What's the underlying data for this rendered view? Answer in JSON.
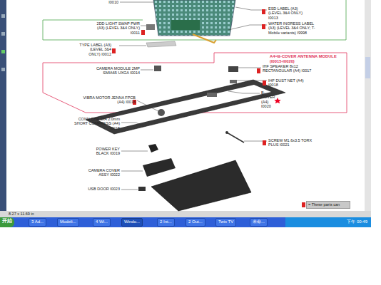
{
  "diagram": {
    "nodes": [
      {
        "text": [
          "A4=B-COVER ANTENNA MODULE (I0015-I0020)"
        ]
      },
      {
        "text": [
          "= These parts can"
        ]
      },
      {
        "text": [
          "开始"
        ]
      },
      {
        "text": [
          "3 Ad..."
        ]
      },
      {
        "text": [
          "Modeli..."
        ]
      },
      {
        "text": [
          "4 Wi..."
        ]
      },
      {
        "text": [
          "Windo..."
        ]
      },
      {
        "text": [
          "2 Int..."
        ]
      },
      {
        "text": [
          "2 Out..."
        ]
      },
      {
        "text": [
          "Twix TV"
        ]
      },
      {
        "text": [
          "未命..."
        ]
      }
    ],
    "labels": [
      "I0010",
      "ESD LABEL (A3) (LEVEL 3&4 ONLY) I0013",
      "2DD LIGHT SWAP PWR (A3) (LEVEL 3&4 ONLY) I0011",
      "WATER INGRESS LABEL (A3) (LEVEL 3&4 ONLY; T-Mobile variants) I9998",
      "TYPE LABEL (A3) (LEVEL 3&4 ONLY) I0012",
      "CAMERA MODULE 2MP SMIA65 UXGA I0014",
      "IHF SPEAKER 8x12 RECTANGULAR (A4) I0017",
      "IHF DUST NET (A4) I0018",
      "B-COVER (A4) I0020",
      "VIBRA MOTOR JENNA FPCB (A4) I0016",
      "CONN CHR DIA 2.0mm SHORT COMPRESS (A4) I0015",
      "SCREW M1.6x3.5 TORX PLUS I0021",
      "POWER KEY BLACK I0019",
      "CAMERA COVER ASSY I0022",
      "USB DOOR I0023",
      "8.27 x 11.69 in",
      "下午 00:49"
    ]
  }
}
